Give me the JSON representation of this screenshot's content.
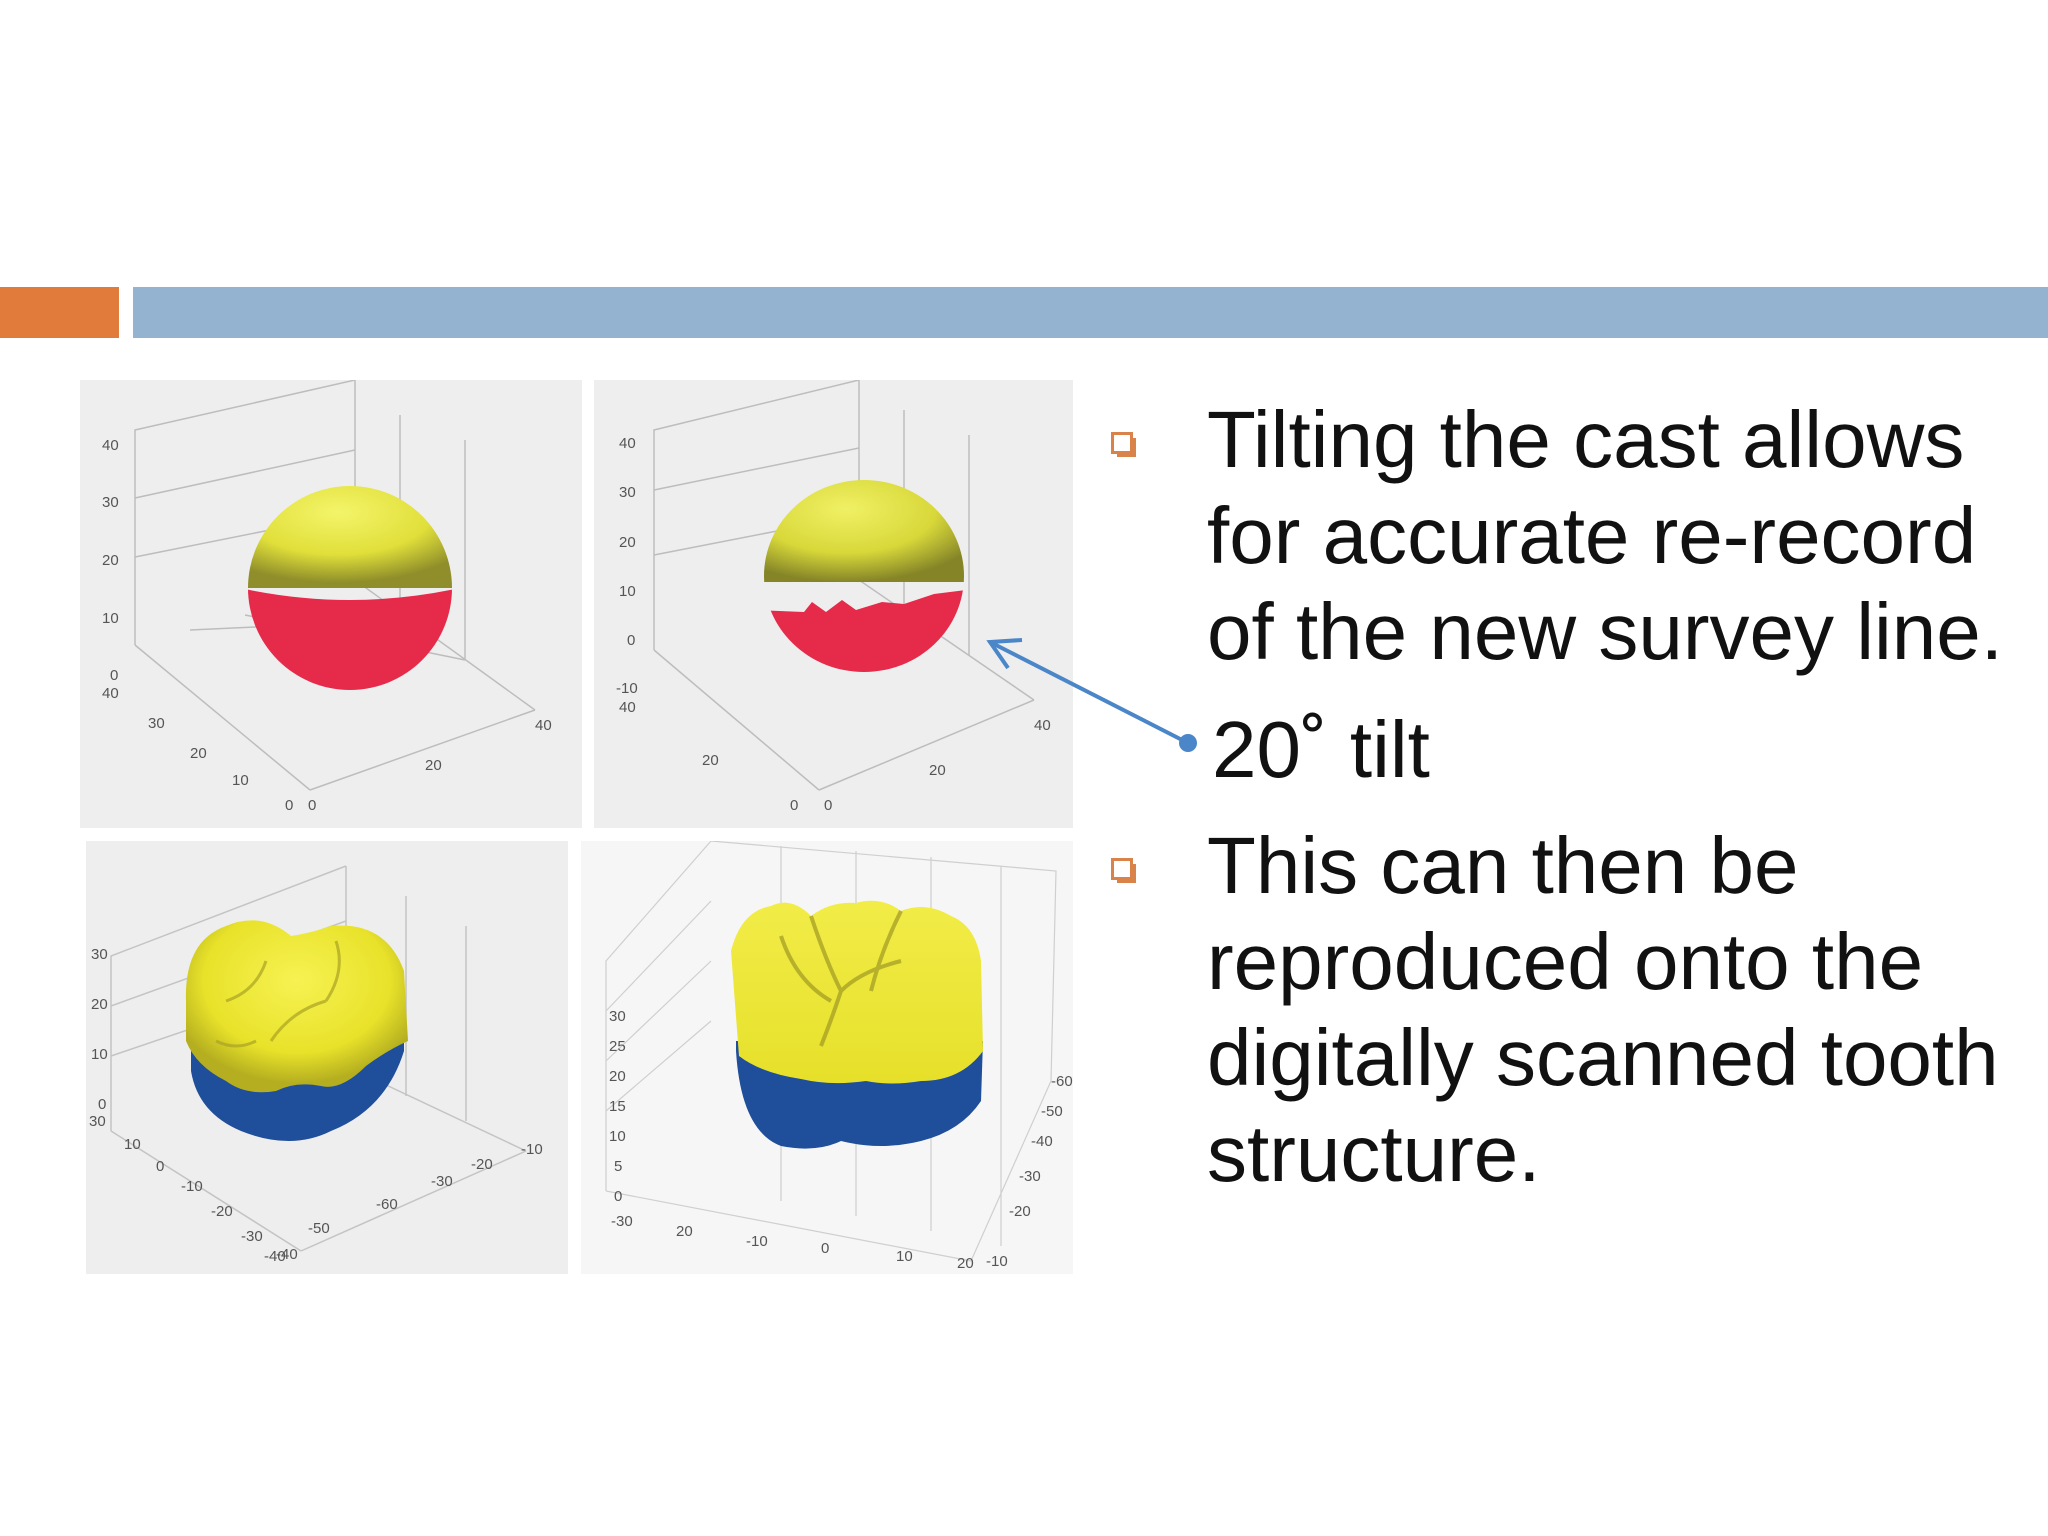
{
  "colors": {
    "accent_orange": "#e07b3c",
    "accent_blue": "#94b3d1",
    "arrow": "#4a86c8",
    "bullet": "#d9824a"
  },
  "figures": [
    {
      "id": "panel-1",
      "ticks": [
        "40",
        "30",
        "20",
        "10",
        "0",
        "40",
        "30",
        "20",
        "10",
        "0",
        "0",
        "20",
        "40"
      ]
    },
    {
      "id": "panel-2",
      "ticks": [
        "40",
        "30",
        "20",
        "10",
        "0",
        "-10",
        "40",
        "20",
        "0",
        "0",
        "20",
        "40"
      ]
    },
    {
      "id": "panel-3",
      "ticks": [
        "30",
        "20",
        "10",
        "0",
        "30",
        "10",
        "0",
        "-10",
        "-20",
        "-30",
        "-40",
        "-50",
        "-60",
        "-40",
        "-30",
        "-20",
        "-10"
      ]
    },
    {
      "id": "panel-4",
      "ticks": [
        "30",
        "25",
        "20",
        "15",
        "10",
        "5",
        "0",
        "-30",
        "20",
        "-10",
        "0",
        "10",
        "20",
        "-60",
        "-50",
        "-40",
        "-30",
        "-20",
        "-10"
      ]
    }
  ],
  "bullets": [
    {
      "text": "Tilting the cast  allows\nfor accurate  re-record\nof the new  survey line."
    },
    {
      "text": "This can then be\nreproduced onto the\ndigitally scanned  tooth\nstructure."
    }
  ],
  "annotation": {
    "text": "20˚ tilt"
  }
}
